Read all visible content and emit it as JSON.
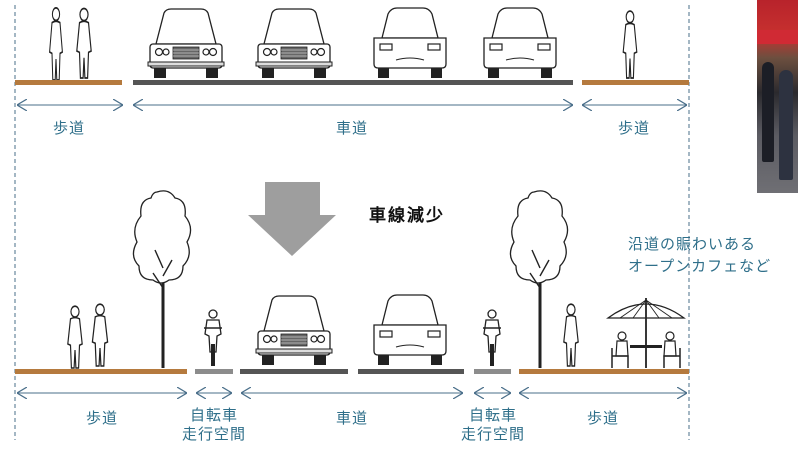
{
  "labels": {
    "top_sidewalk_left": "歩道",
    "top_roadway": "車道",
    "top_sidewalk_right": "歩道",
    "change": "車線減少",
    "bottom_sidewalk_left": "歩道",
    "bike_left_1": "自転車",
    "bike_left_2": "走行空間",
    "bottom_roadway": "車道",
    "bike_right_1": "自転車",
    "bike_right_2": "走行空間",
    "bottom_sidewalk_right": "歩道",
    "cafe_1": "沿道の賑わいある",
    "cafe_2": "オープンカフェなど"
  },
  "colors": {
    "sidewalk": "#b57a3e",
    "roadway": "#555555",
    "bike_lane": "#8c8c8c",
    "arrow": "#9e9e9e",
    "label_text": "#2f6f8a",
    "dimension_line": "#4a6f8a"
  }
}
